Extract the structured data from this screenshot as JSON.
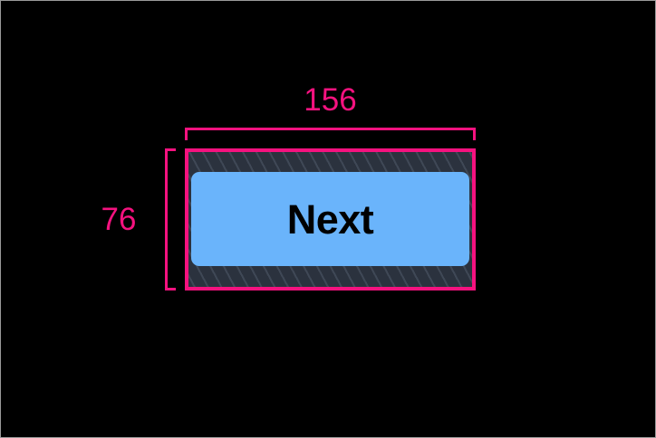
{
  "canvas": {
    "background_color": "#000000",
    "border_color": "#9a9a9a"
  },
  "inspector": {
    "accent_color": "#f5127f",
    "measurement_unit": "px"
  },
  "element": {
    "type": "button",
    "label": "Next",
    "label_color": "#000000",
    "content_color": "#6ab4fb",
    "padding_color": "#2f3744",
    "outline_color": "#f5127f"
  },
  "annotations": {
    "width": {
      "value": "156",
      "orientation": "horizontal",
      "color": "#f5127f"
    },
    "height": {
      "value": "76",
      "orientation": "vertical",
      "color": "#f5127f"
    }
  }
}
